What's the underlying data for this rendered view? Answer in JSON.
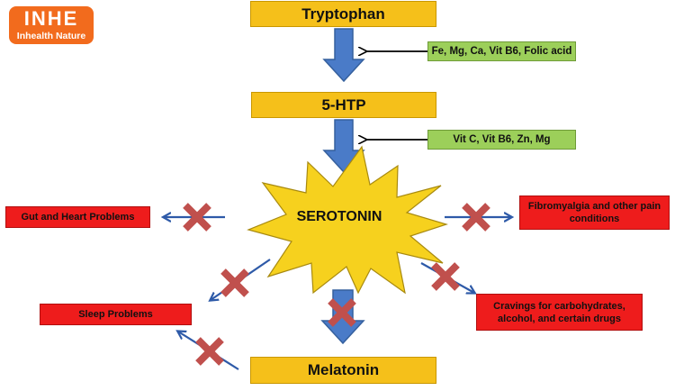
{
  "logo": {
    "brand": "INHE",
    "tagline": "Inhealth Nature"
  },
  "pathway": {
    "tryptophan": "Tryptophan",
    "htp": "5-HTP",
    "serotonin": "SEROTONIN",
    "melatonin": "Melatonin"
  },
  "cofactors": {
    "step1": "Fe, Mg, Ca, Vit B6, Folic acid",
    "step2": "Vit C, Vit B6, Zn, Mg"
  },
  "problems": {
    "gut_heart": "Gut and Heart Problems",
    "fibromyalgia": "Fibromyalgia and other pain conditions",
    "sleep": "Sleep Problems",
    "cravings": "Cravings for carbohydrates, alcohol, and certain drugs"
  },
  "colors": {
    "pathway_box": "#f5c01a",
    "cofactor_box": "#9ccf5a",
    "problem_box": "#ee1c1c",
    "arrow": "#4a7bc8",
    "cross": "#c0504d",
    "logo": "#f26b1d"
  }
}
